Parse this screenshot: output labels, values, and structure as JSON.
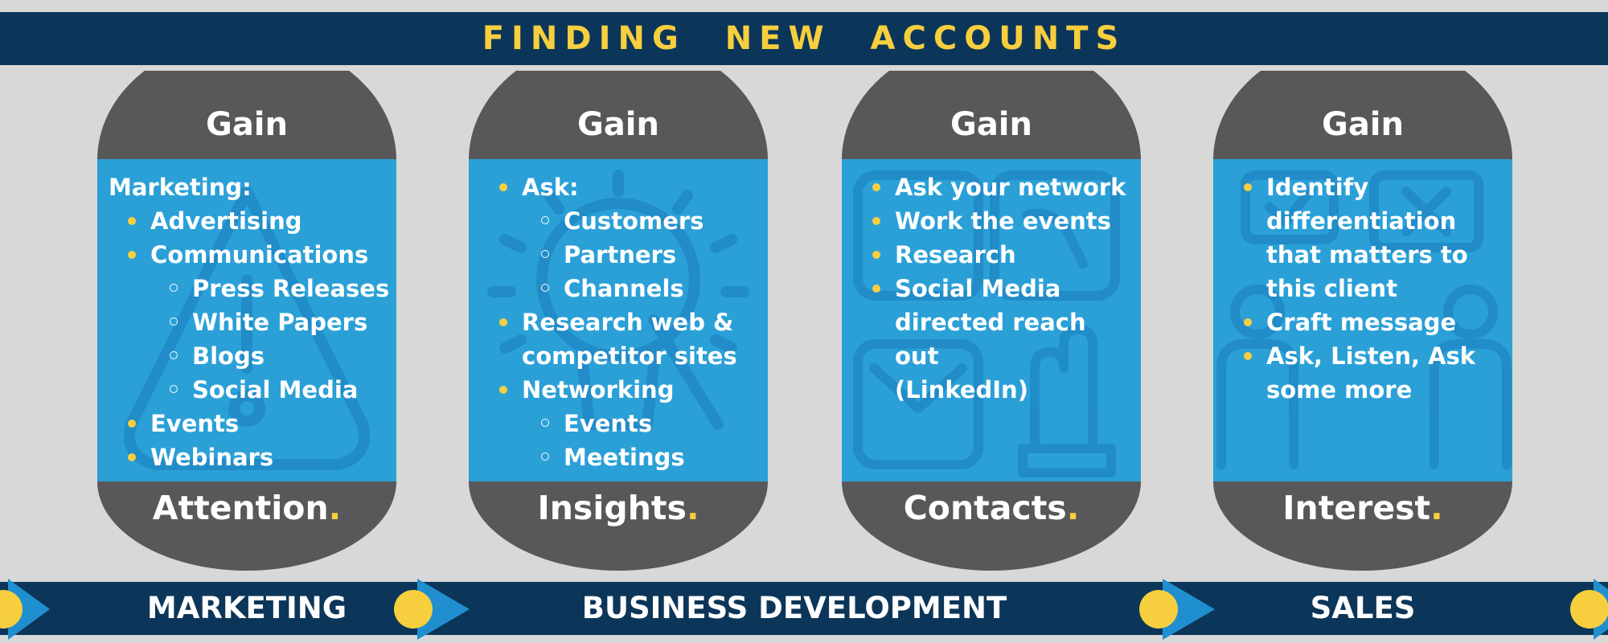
{
  "header": {
    "title": "FINDING NEW ACCOUNTS"
  },
  "colors": {
    "navy": "#0c3659",
    "card_blue": "#2aa0d7",
    "card_gray": "#58585a",
    "yellow": "#f7cf3e",
    "arrow_blue": "#1f8fd0",
    "background": "#d8d8d8"
  },
  "cards": [
    {
      "gain": "Gain",
      "footer": "Attention",
      "footer_dot": ".",
      "icon": "warning-triangle-icon",
      "items": [
        {
          "text": "Marketing:",
          "level": 0
        },
        {
          "text": "Advertising",
          "level": 1
        },
        {
          "text": "Communications",
          "level": 1
        },
        {
          "text": "Press Releases",
          "level": 2
        },
        {
          "text": "White Papers",
          "level": 2
        },
        {
          "text": "Blogs",
          "level": 2
        },
        {
          "text": "Social Media",
          "level": 2
        },
        {
          "text": "Events",
          "level": 1
        },
        {
          "text": "Webinars",
          "level": 1
        }
      ]
    },
    {
      "gain": "Gain",
      "footer": "Insights",
      "footer_dot": ".",
      "icon": "lightbulb-icon",
      "items": [
        {
          "text": "Ask:",
          "level": 1
        },
        {
          "text": "Customers",
          "level": 2
        },
        {
          "text": "Partners",
          "level": 2
        },
        {
          "text": "Channels",
          "level": 2
        },
        {
          "text": "Research web &",
          "level": 1
        },
        {
          "text": "competitor sites",
          "level": 1,
          "continuation": true
        },
        {
          "text": "Networking",
          "level": 1
        },
        {
          "text": "Events",
          "level": 2
        },
        {
          "text": "Meetings",
          "level": 2
        }
      ]
    },
    {
      "gain": "Gain",
      "footer": "Contacts",
      "footer_dot": ".",
      "icon": "contact-phone-mail-icon",
      "items": [
        {
          "text": "Ask your network",
          "level": 1
        },
        {
          "text": "Work the events",
          "level": 1
        },
        {
          "text": "Research",
          "level": 1
        },
        {
          "text": "Social Media",
          "level": 1
        },
        {
          "text": "directed reach out",
          "level": 1,
          "continuation": true
        },
        {
          "text": "(LinkedIn)",
          "level": 1,
          "continuation": true
        }
      ]
    },
    {
      "gain": "Gain",
      "footer": "Interest",
      "footer_dot": ".",
      "icon": "people-conversation-icon",
      "items": [
        {
          "text": "Identify",
          "level": 1
        },
        {
          "text": "differentiation",
          "level": 1,
          "continuation": true
        },
        {
          "text": "that matters to",
          "level": 1,
          "continuation": true
        },
        {
          "text": "this client",
          "level": 1,
          "continuation": true
        },
        {
          "text": "Craft message",
          "level": 1
        },
        {
          "text": "Ask, Listen, Ask",
          "level": 1
        },
        {
          "text": "some more",
          "level": 1,
          "continuation": true
        }
      ]
    }
  ],
  "bottom_band": {
    "labels": [
      "MARKETING",
      "BUSINESS DEVELOPMENT",
      "SALES"
    ]
  }
}
